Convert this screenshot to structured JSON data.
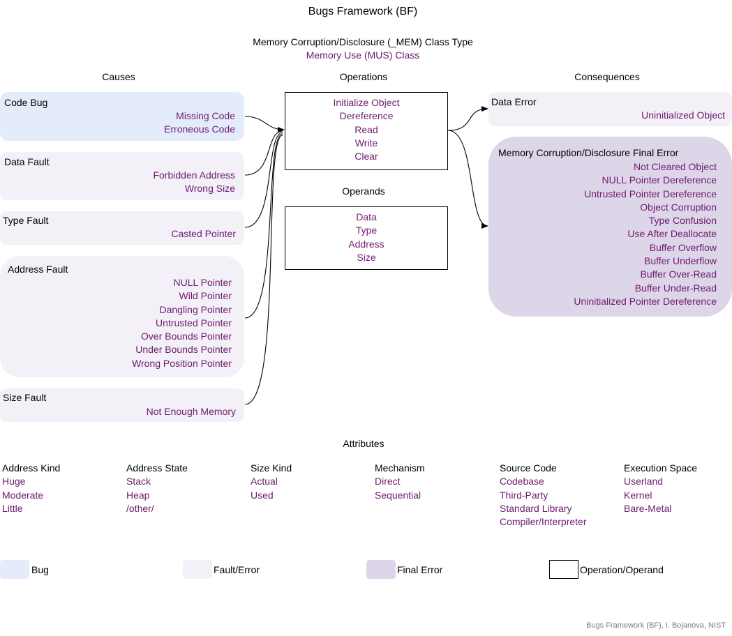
{
  "title": "Bugs Framework (BF)",
  "class_type": "Memory Corruption/Disclosure (_MEM) Class Type",
  "class_name": "Memory Use (MUS) Class",
  "headers": {
    "causes": "Causes",
    "operations": "Operations",
    "consequences": "Consequences",
    "operands": "Operands",
    "attributes": "Attributes"
  },
  "causes": [
    {
      "title": "Code Bug",
      "items": [
        "Missing Code",
        "Erroneous Code"
      ]
    },
    {
      "title": "Data Fault",
      "items": [
        "Forbidden Address",
        "Wrong Size"
      ]
    },
    {
      "title": "Type Fault",
      "items": [
        "Casted Pointer"
      ]
    },
    {
      "title": "Address Fault",
      "items": [
        "NULL Pointer",
        "Wild Pointer",
        "Dangling Pointer",
        "Untrusted Pointer",
        "Over Bounds Pointer",
        "Under Bounds Pointer",
        "Wrong Position Pointer"
      ]
    },
    {
      "title": "Size Fault",
      "items": [
        "Not Enough Memory"
      ]
    }
  ],
  "operations": [
    "Initialize Object",
    "Dereference",
    "Read",
    "Write",
    "Clear"
  ],
  "operands": [
    "Data",
    "Type",
    "Address",
    "Size"
  ],
  "consequences": {
    "data_error": {
      "title": "Data Error",
      "items": [
        "Uninitialized Object"
      ]
    },
    "final_error": {
      "title": "Memory Corruption/Disclosure Final Error",
      "items": [
        "Not Cleared Object",
        "NULL Pointer Dereference",
        "Untrusted Pointer Dereference",
        "Object Corruption",
        "Type Confusion",
        "Use After Deallocate",
        "Buffer Overflow",
        "Buffer Underflow",
        "Buffer Over-Read",
        "Buffer Under-Read",
        "Uninitialized Pointer Dereference"
      ]
    }
  },
  "attributes": [
    {
      "name": "Address Kind",
      "values": [
        "Huge",
        "Moderate",
        "Little"
      ]
    },
    {
      "name": "Address State",
      "values": [
        "Stack",
        "Heap",
        "/other/"
      ]
    },
    {
      "name": "Size Kind",
      "values": [
        "Actual",
        "Used"
      ]
    },
    {
      "name": "Mechanism",
      "values": [
        "Direct",
        "Sequential"
      ]
    },
    {
      "name": "Source Code",
      "values": [
        "Codebase",
        "Third-Party",
        "Standard Library",
        "Compiler/Interpreter"
      ]
    },
    {
      "name": "Execution Space",
      "values": [
        "Userland",
        "Kernel",
        "Bare-Metal"
      ]
    }
  ],
  "legend": [
    "Bug",
    "Fault/Error",
    "Final Error",
    "Operation/Operand"
  ],
  "credit": "Bugs Framework (BF), I. Bojanova, NIST",
  "colors": {
    "bug": "#e4ecfa",
    "fault": "#f3f0f7",
    "final": "#ddd6e8",
    "value_text": "#6e1a6e"
  }
}
